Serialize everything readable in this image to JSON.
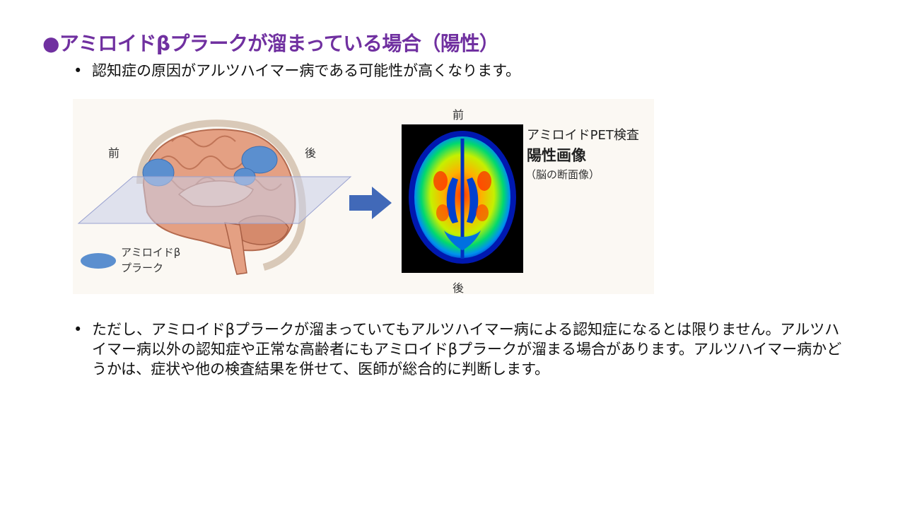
{
  "slide": {
    "title": "●アミロイドβプラークが溜まっている場合（陽性）",
    "bullet_marker": "•",
    "bullets": [
      "認知症の原因がアルツハイマー病である可能性が高くなります。",
      "ただし、アミロイドβプラークが溜まっていてもアルツハイマー病による認知症になるとは限りません。アルツハイマー病以外の認知症や正常な高齢者にもアミロイドβプラークが溜まる場合があります。アルツハイマー病かどうかは、症状や他の検査結果を併せて、医師が総合的に判断します。"
    ]
  },
  "figure": {
    "brain_front_label": "前",
    "brain_back_label": "後",
    "legend_label_line1": "アミロイドβ",
    "legend_label_line2": "プラーク",
    "pet_top_label": "前",
    "pet_bottom_label": "後",
    "pet_title": "アミロイドPET検査",
    "pet_subtitle": "陽性画像",
    "pet_note": "（脳の断面像）",
    "colors": {
      "title": "#7030a0",
      "plaque": "#5b8fcf",
      "arrow": "#4169b8",
      "plane": "#c9cde8"
    }
  }
}
